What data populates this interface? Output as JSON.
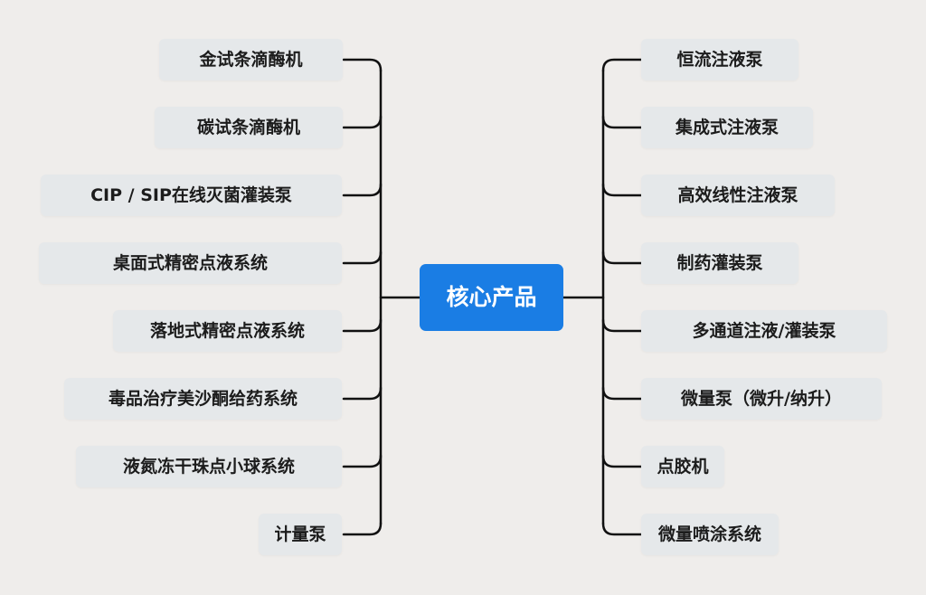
{
  "center": {
    "label": "核心产品",
    "color": "#1a7de4"
  },
  "left_branches": [
    "金试条滴酶机",
    "碳试条滴酶机",
    "CIP / SIP在线灭菌灌装泵",
    "桌面式精密点液系统",
    "落地式精密点液系统",
    "毒品治疗美沙酮给药系统",
    "液氮冻干珠点小球系统",
    "计量泵"
  ],
  "right_branches": [
    "恒流注液泵",
    "集成式注液泵",
    "高效线性注液泵",
    "制药灌装泵",
    "多通道注液/灌装泵",
    "微量泵（微升/纳升）",
    "点胶机",
    "微量喷涂系统"
  ]
}
